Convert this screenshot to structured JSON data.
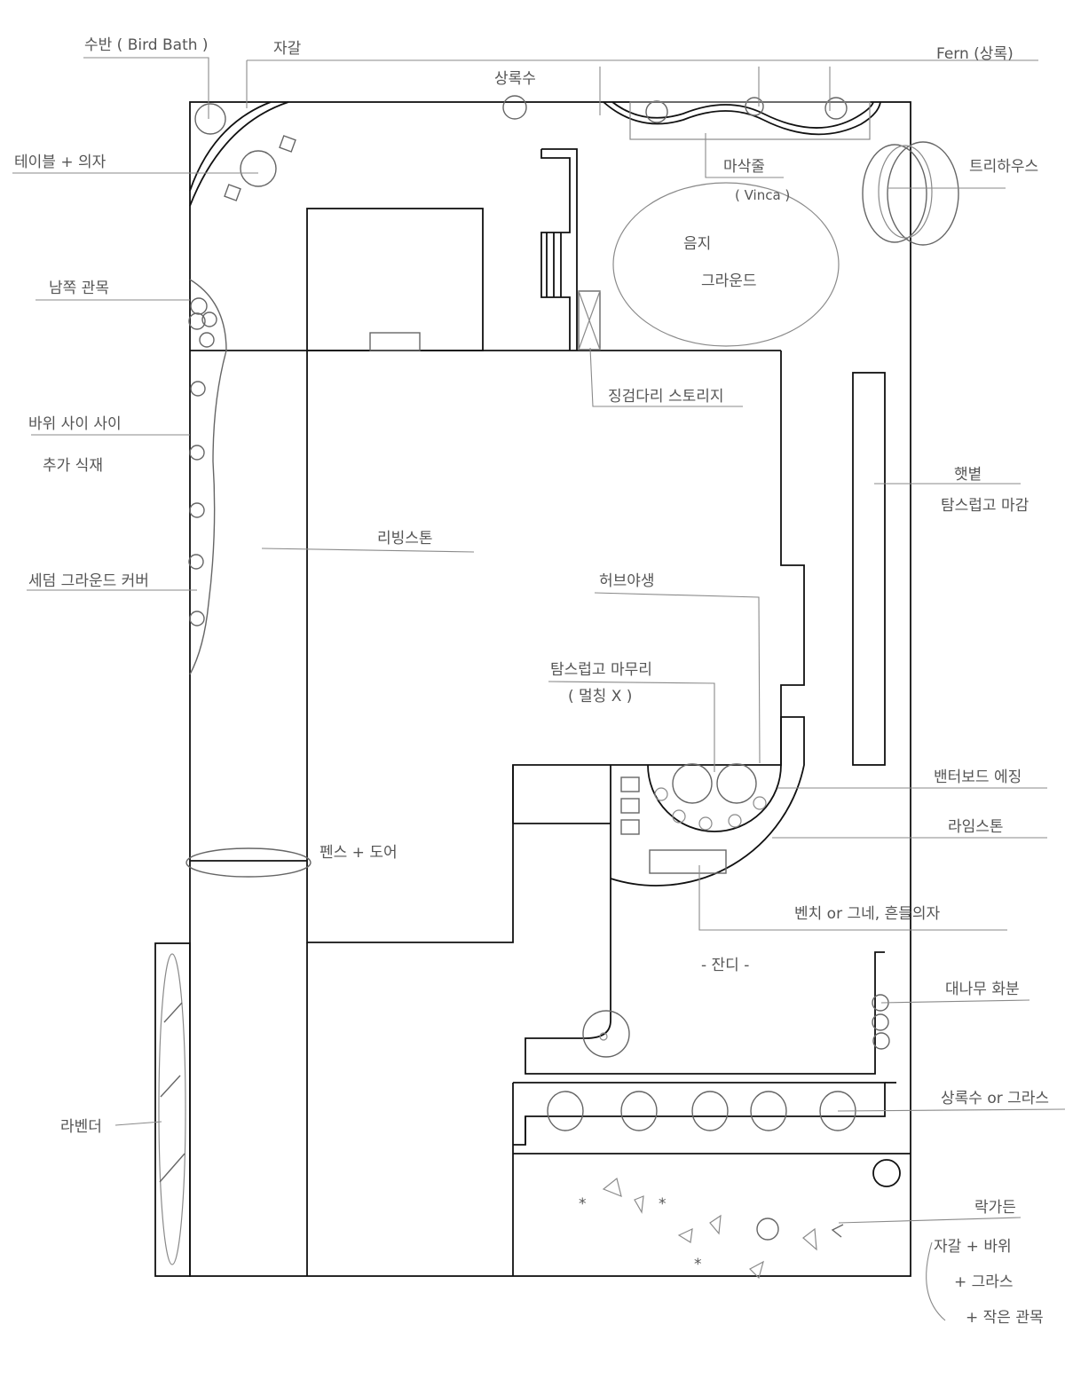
{
  "title": "Garden plan sketch",
  "labels": {
    "bird_bath": "수반 ( Bird Bath )",
    "gravel_top": "자갈",
    "evergreen_top": "상록수",
    "fern": "Fern (상록)",
    "table_chairs": "테이블 + 의자",
    "vinca": "마삭줄",
    "vinca_en": "( Vinca )",
    "tree_house": "트리하우스",
    "shade_garden_1": "음지",
    "shade_garden_2": "그라운드",
    "north_shrubs": "남쪽 관목",
    "stepping_stone": "징검다리 스토리지",
    "rock_between_1": "바위 사이 사이",
    "rock_between_2": "추가 식재",
    "sedum_cover": "세덤 그라운드 커버",
    "living_room": "리빙스톤",
    "herb_area": "허브야생",
    "sunny_finish_1": "햇볕",
    "sunny_finish_2": "탐스럽고 마감",
    "tapsoil_finish": "탐스럽고 마무리",
    "no_mulch": "( 멀칭 X )",
    "border_edge": "밴터보드 에징",
    "limestone": "라임스톤",
    "fence_door": "펜스 + 도어",
    "bench": "벤치 or 그네, 흔들의자",
    "lawn": "- 잔디 -",
    "bamboo_pot": "대나무 화분",
    "lavender": "라벤더",
    "evergreen_grass": "상록수 or 그라스",
    "rock_garden": "락가든",
    "rock_items_1": "자갈 + 바위",
    "rock_items_2": "+ 그라스",
    "rock_items_3": "+ 작은 관목"
  }
}
